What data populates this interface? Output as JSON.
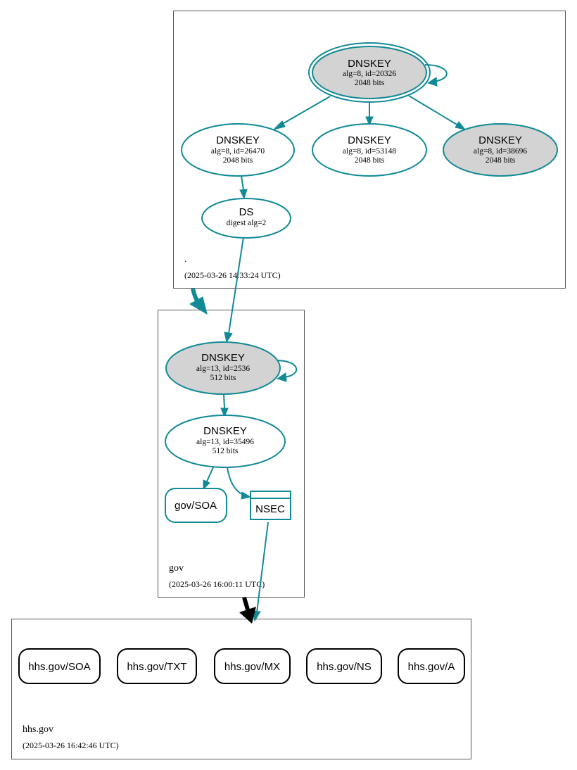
{
  "colors": {
    "edge": "#118a96",
    "key_fill_sep": "#d3d3d3",
    "delegation_black": "#000000"
  },
  "zones": {
    "root": {
      "name": ".",
      "timestamp": "(2025-03-26 14:33:24 UTC)"
    },
    "gov": {
      "name": "gov",
      "timestamp": "(2025-03-26 16:00:11 UTC)"
    },
    "hhs": {
      "name": "hhs.gov",
      "timestamp": "(2025-03-26 16:42:46 UTC)"
    }
  },
  "nodes": {
    "root_ksk": {
      "title": "DNSKEY",
      "line1": "alg=8, id=20326",
      "line2": "2048 bits"
    },
    "root_zsk1": {
      "title": "DNSKEY",
      "line1": "alg=8, id=26470",
      "line2": "2048 bits"
    },
    "root_zsk2": {
      "title": "DNSKEY",
      "line1": "alg=8, id=53148",
      "line2": "2048 bits"
    },
    "root_zsk3": {
      "title": "DNSKEY",
      "line1": "alg=8, id=38696",
      "line2": "2048 bits"
    },
    "root_ds": {
      "title": "DS",
      "line1": "digest alg=2"
    },
    "gov_ksk": {
      "title": "DNSKEY",
      "line1": "alg=13, id=2536",
      "line2": "512 bits"
    },
    "gov_zsk": {
      "title": "DNSKEY",
      "line1": "alg=13, id=35496",
      "line2": "512 bits"
    },
    "gov_soa": {
      "label": "gov/SOA"
    },
    "gov_nsec": {
      "label": "NSEC"
    }
  },
  "hhs_records": [
    "hhs.gov/SOA",
    "hhs.gov/TXT",
    "hhs.gov/MX",
    "hhs.gov/NS",
    "hhs.gov/A"
  ]
}
